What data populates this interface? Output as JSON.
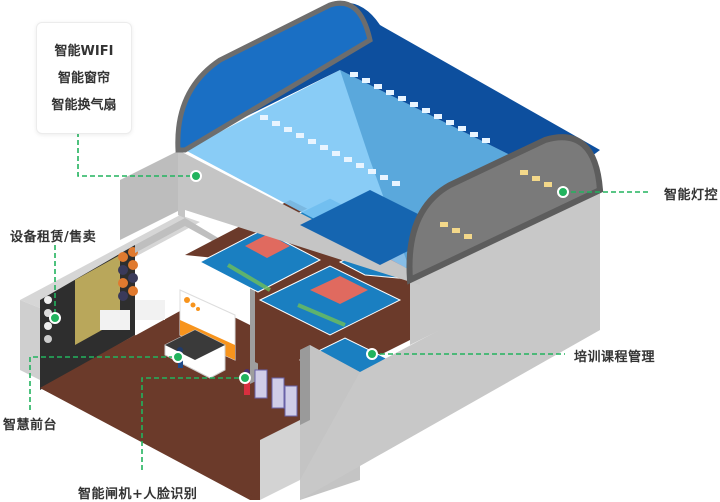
{
  "title": "智能场馆功能示意图",
  "callouts": {
    "smart_env": {
      "items": [
        "智能WIFI",
        "智能窗帘",
        "智能换气扇"
      ]
    },
    "equipment": "设备租赁/售卖",
    "front_desk": "智慧前台",
    "gate": "智能闸机+人脸识别",
    "lighting": "智能灯控",
    "training": "培训课程管理"
  },
  "colors": {
    "connector": "#22b35e",
    "floor": "#6b3a2a",
    "court_blue": "#1a7fc1",
    "court_red": "#e06a5f",
    "roof_blue": "#0d4f9e",
    "glass": "#7cc6f5",
    "wall": "#c8c8c8",
    "accent_orange": "#f7941d"
  }
}
